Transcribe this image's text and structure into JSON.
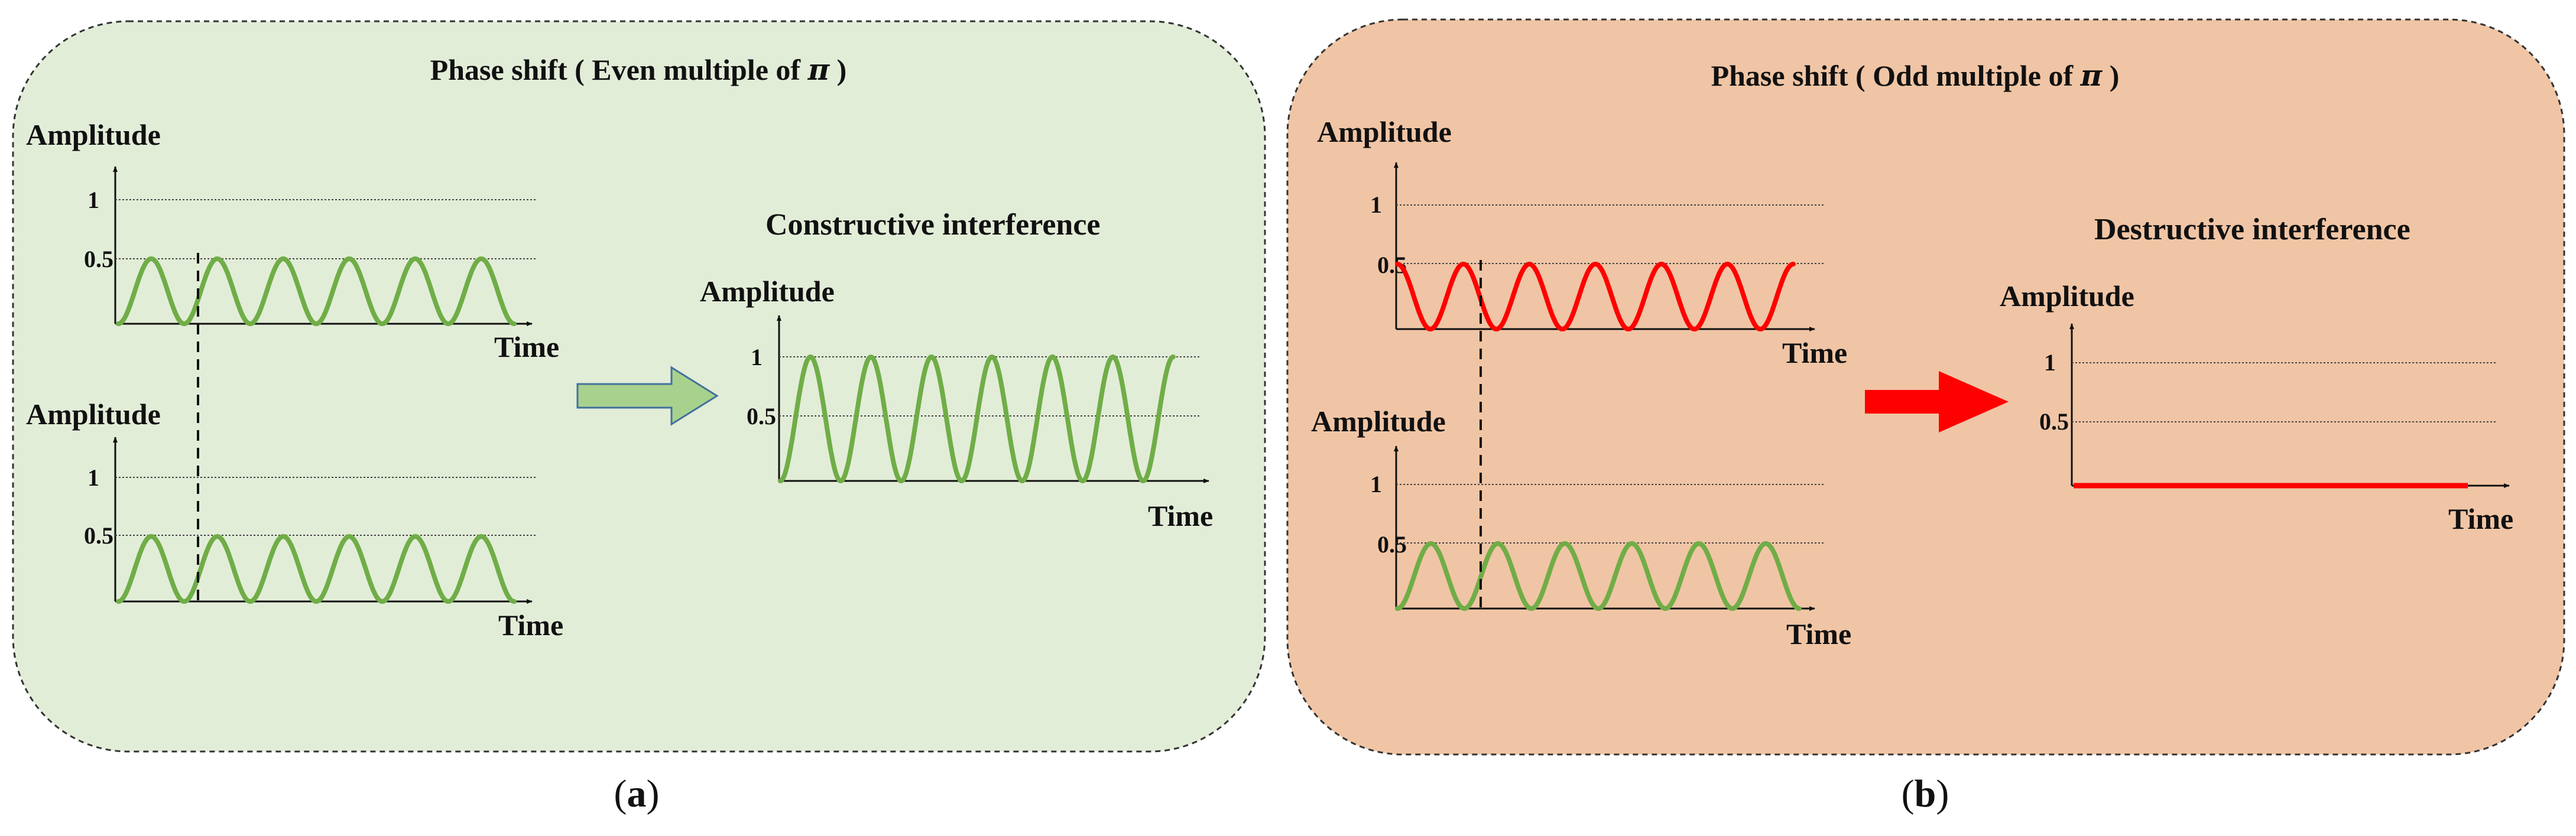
{
  "panel_a": {
    "title_prefix": "Phase shift ( Even multiple of ",
    "title_symbol": "π",
    "title_suffix": " )",
    "result_label": "Constructive interference",
    "caption_open": "(",
    "caption_letter": "a",
    "caption_close": ")",
    "colors": {
      "fill": "#e2edd8",
      "wave": "#70ad47",
      "arrow_fill": "#a9d18e",
      "arrow_stroke": "#41719c"
    }
  },
  "panel_b": {
    "title_prefix": "Phase shift ( Odd multiple of ",
    "title_symbol": "π",
    "title_suffix": " )",
    "result_label": "Destructive interference",
    "caption_open": "(",
    "caption_letter": "b",
    "caption_close": ")",
    "colors": {
      "fill": "#f0c5a5",
      "wave_top": "#ff0000",
      "wave_bottom": "#70ad47",
      "arrow": "#ff0000",
      "flat_line": "#ff0000"
    }
  },
  "axis": {
    "y_label": "Amplitude",
    "x_label": "Time",
    "tick_1": "1",
    "tick_half": "0.5"
  },
  "chart_data": [
    {
      "panel": "a",
      "plot": "input-top",
      "type": "line",
      "amplitude": 0.5,
      "cycles": 6,
      "phase": 0
    },
    {
      "panel": "a",
      "plot": "input-bottom",
      "type": "line",
      "amplitude": 0.5,
      "cycles": 6,
      "phase": 0
    },
    {
      "panel": "a",
      "plot": "output",
      "type": "line",
      "amplitude": 1,
      "cycles": 6.5
    },
    {
      "panel": "b",
      "plot": "input-top",
      "type": "line",
      "amplitude": 0.5,
      "cycles": 6,
      "phase": "π"
    },
    {
      "panel": "b",
      "plot": "input-bottom",
      "type": "line",
      "amplitude": 0.5,
      "cycles": 6,
      "phase": 0
    },
    {
      "panel": "b",
      "plot": "output",
      "type": "line",
      "amplitude": 0
    }
  ]
}
